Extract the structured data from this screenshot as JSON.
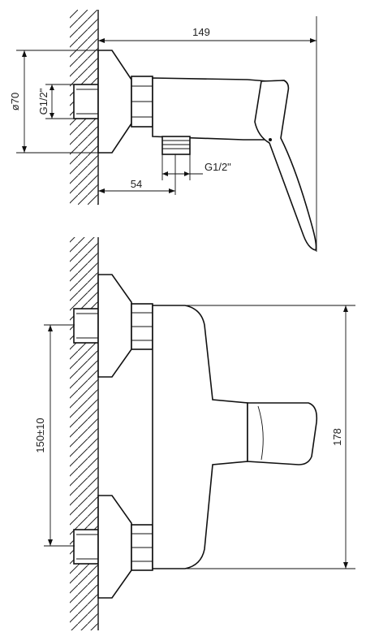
{
  "side_view": {
    "overall_length": "149",
    "wall_flange_diameter": "ø70",
    "inlet_thread": "G1/2\"",
    "outlet_thread": "G1/2\"",
    "outlet_offset": "54"
  },
  "front_view": {
    "inlet_spacing": "150±10",
    "overall_height": "178"
  }
}
